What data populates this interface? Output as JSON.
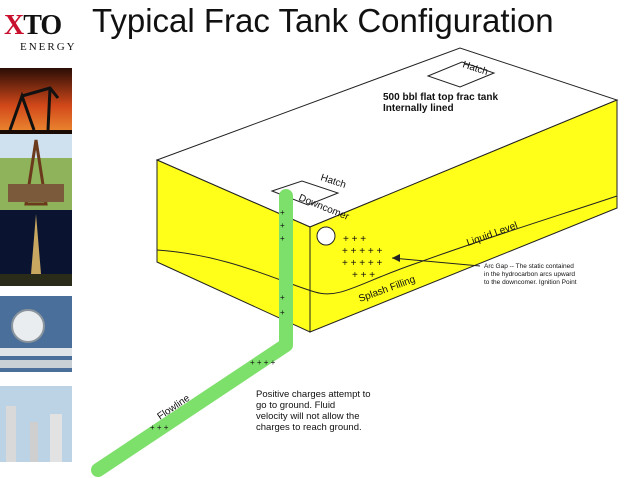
{
  "logo": {
    "mark_x": "X",
    "mark_rest": "TO",
    "sub": "ENERGY"
  },
  "title": "Typical Frac Tank Configuration",
  "tank": {
    "label_line1": "500 bbl flat top frac tank",
    "label_line2": "Internally lined",
    "hatch_top": "Hatch",
    "hatch_front": "Hatch"
  },
  "labels": {
    "downcomer": "Downcomer",
    "liquid_level": "Liquid Level",
    "splash_filling": "Splash Filling",
    "flowline": "Flowline"
  },
  "arc_gap_note": [
    "Arc Gap -- The static contained",
    "in the hydrocarbon arcs upward",
    "to the downcomer.  Ignition Point"
  ],
  "positive_note": [
    "Positive charges attempt to",
    "go to ground.  Fluid",
    "velocity will not allow the",
    "charges to reach ground."
  ],
  "colors": {
    "tank_yellow": "#ffff1a",
    "tank_top": "#ffffff",
    "pipe_green": "#7de06a",
    "logo_red": "#c8102e"
  }
}
